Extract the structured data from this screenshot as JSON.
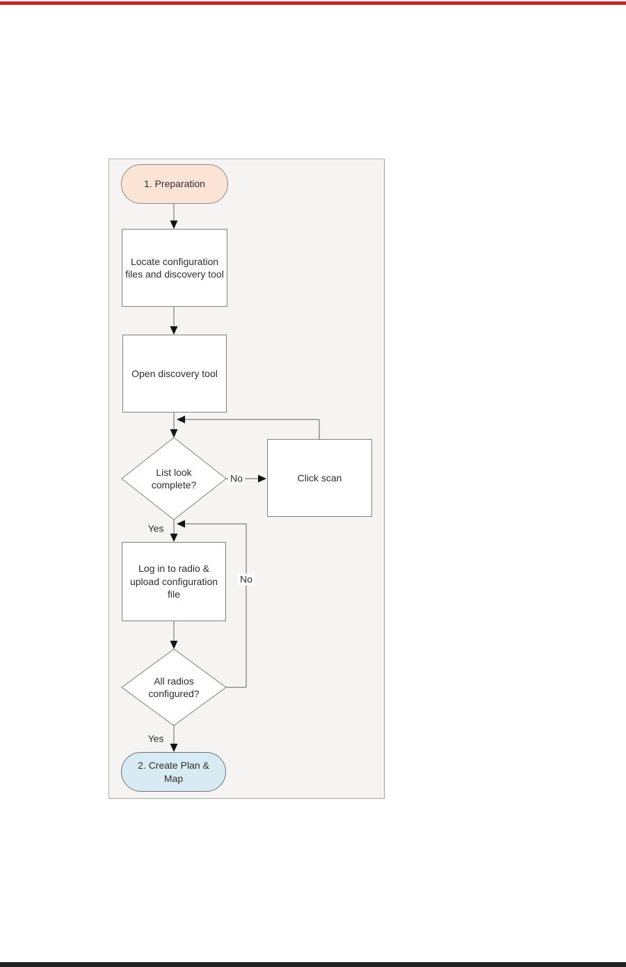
{
  "page": {
    "top_rule_color": "#cc222a",
    "bottom_rule_color": "#231f20",
    "canvas_bg": "#f5f4f2"
  },
  "flowchart": {
    "nodes": {
      "start": "1. Preparation",
      "locate": "Locate configuration files and discovery tool",
      "open_tool": "Open discovery tool",
      "list_complete": "List look complete?",
      "click_scan": "Click scan",
      "login_upload": "Log in to radio & upload configuration file",
      "all_configured": "All radios configured?",
      "end": "2. Create Plan & Map"
    },
    "edge_labels": {
      "no_scan": "No",
      "yes_login": "Yes",
      "no_loop": "No",
      "yes_done": "Yes"
    },
    "colors": {
      "start_fill": "#fbe3d5",
      "end_fill": "#d9ebf2",
      "shape_border": "#7f7f7f",
      "connector": "#7a7a7a",
      "arrowhead": "#141414"
    }
  }
}
